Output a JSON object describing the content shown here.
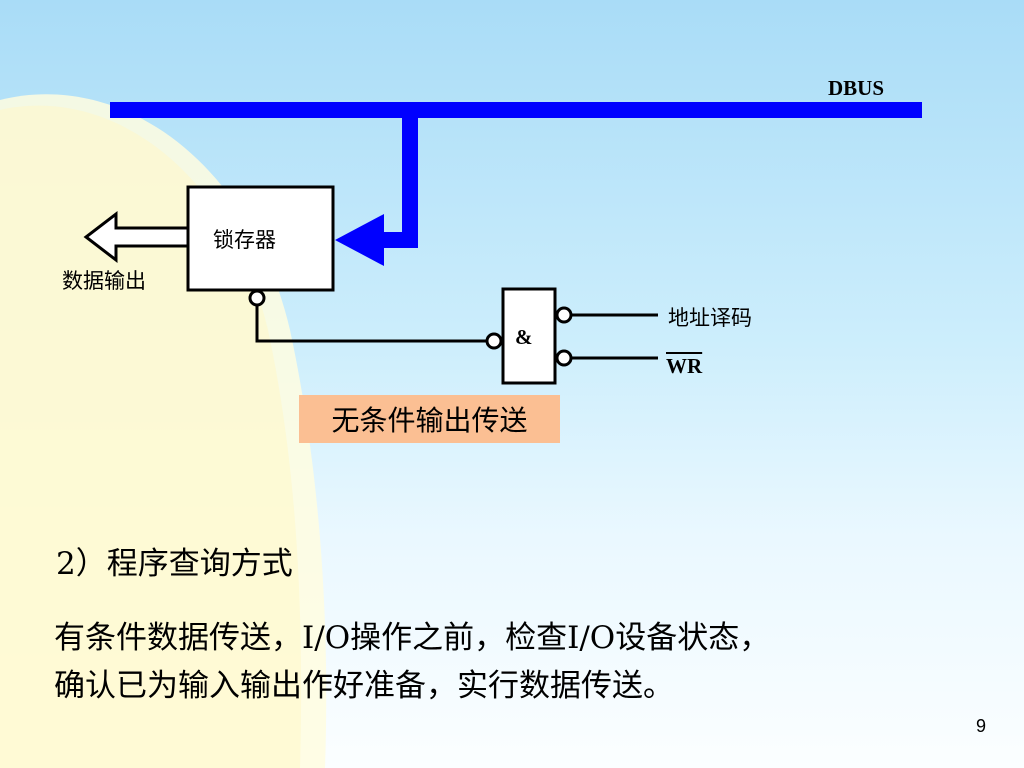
{
  "slide": {
    "page_number": "9",
    "caption": "无条件输出传送",
    "section_title": "2）程序查询方式",
    "body_lines": [
      "有条件数据传送，I/O操作之前，检查I/O设备状态，",
      "确认已为输入输出作好准备，实行数据传送。"
    ]
  },
  "diagram": {
    "bus_label": "DBUS",
    "latch_label": "锁存器",
    "data_output_label": "数据输出",
    "gate_symbol": "&",
    "address_decode_label": "地址译码",
    "write_signal_label": "WR",
    "colors": {
      "bus": "#0000ff",
      "lines": "#000000",
      "caption_bg": "#fbbf93"
    }
  }
}
